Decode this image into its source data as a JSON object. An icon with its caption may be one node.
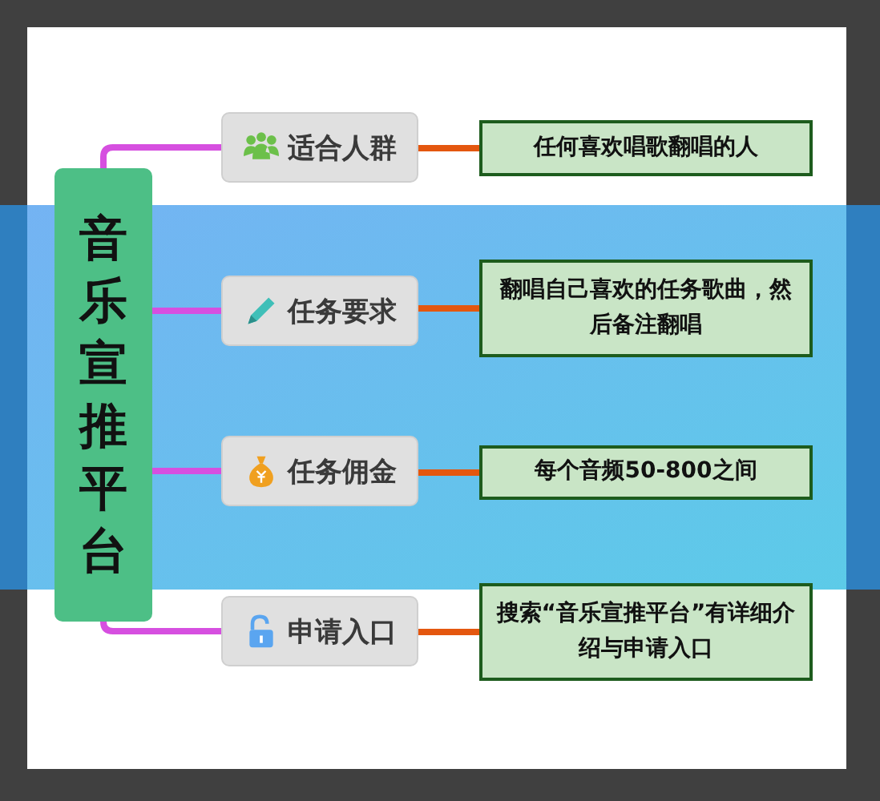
{
  "diagram": {
    "nodes": [
      {
        "text": [
          "音乐宣推平台"
        ]
      },
      {
        "text": [
          "适合人群"
        ]
      },
      {
        "text": [
          "任何喜欢唱歌翻唱的人"
        ]
      },
      {
        "text": [
          "任务要求"
        ]
      },
      {
        "text": [
          "翻唱自己喜欢的任务歌曲，然后备注翻唱"
        ]
      },
      {
        "text": [
          "任务佣金"
        ]
      },
      {
        "text": [
          "每个音频50-800之间"
        ]
      },
      {
        "text": [
          "申请入口"
        ]
      },
      {
        "text": [
          "搜索“音乐宣推平台”有详细介绍与申请入口"
        ]
      }
    ],
    "edges": [
      {
        "from": 0,
        "to": 1,
        "arrow": "none",
        "color": "#d64fe0"
      },
      {
        "from": 1,
        "to": 2,
        "arrow": "none",
        "color": "#e4570f"
      },
      {
        "from": 0,
        "to": 3,
        "arrow": "none",
        "color": "#d64fe0"
      },
      {
        "from": 3,
        "to": 4,
        "arrow": "none",
        "color": "#e4570f"
      },
      {
        "from": 0,
        "to": 5,
        "arrow": "none",
        "color": "#d64fe0"
      },
      {
        "from": 5,
        "to": 6,
        "arrow": "none",
        "color": "#e4570f"
      },
      {
        "from": 0,
        "to": 7,
        "arrow": "none",
        "color": "#d64fe0"
      },
      {
        "from": 7,
        "to": 8,
        "arrow": "none",
        "color": "#e4570f"
      }
    ]
  }
}
